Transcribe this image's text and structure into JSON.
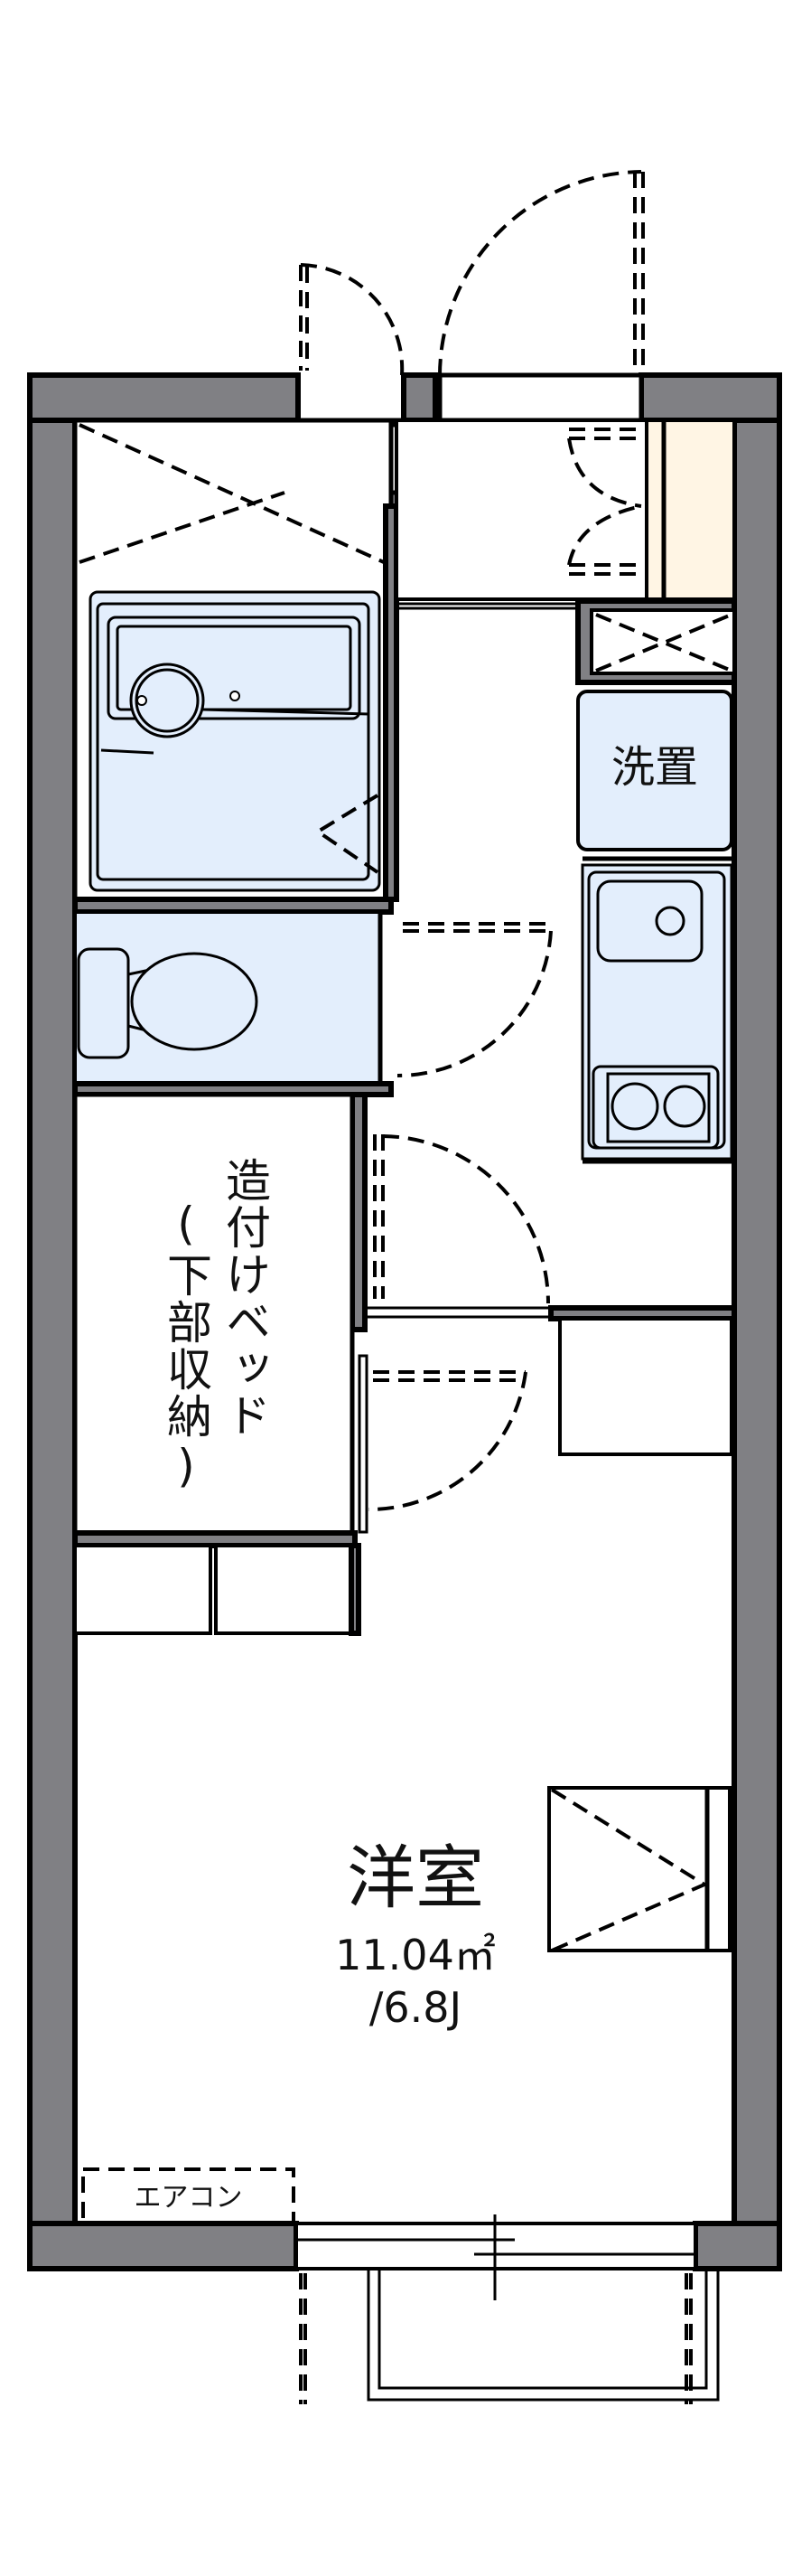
{
  "plan": {
    "type": "apartment-floor-plan",
    "layout": "1R",
    "colors": {
      "wall": "#808084",
      "line": "#000000",
      "wet_area_fill": "#e3eefc",
      "shoebox_fill": "#fff5e4",
      "background": "#ffffff"
    }
  },
  "rooms": {
    "main_room": {
      "name": "洋室",
      "area": "11.04㎡",
      "tatami": "/6.8J"
    },
    "washer_space": {
      "label": "洗置"
    },
    "built_in_bed": {
      "label": "造付けベッド",
      "sublabel": "(下部収納)"
    },
    "air_conditioner": {
      "label": "エアコン"
    },
    "bathroom": {
      "label": ""
    },
    "toilet": {
      "label": ""
    },
    "kitchen": {
      "label": ""
    },
    "entrance": {
      "label": ""
    },
    "balcony": {
      "label": ""
    }
  }
}
